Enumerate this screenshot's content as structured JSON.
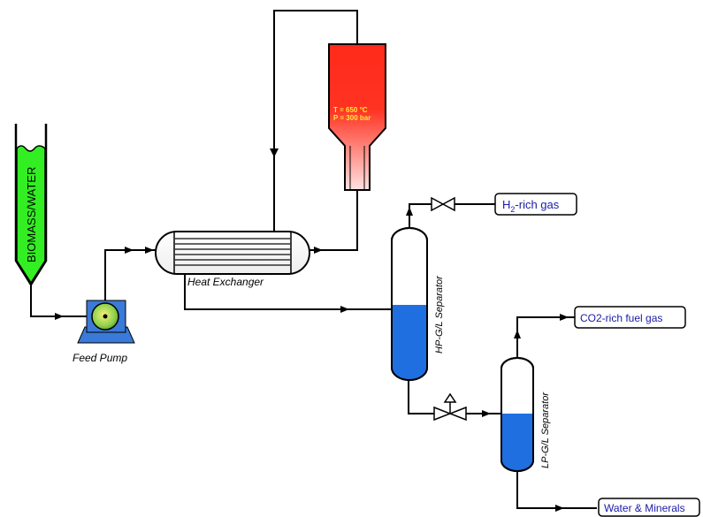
{
  "hopper": {
    "label": "BIOMASS/WATER"
  },
  "pump": {
    "label": "Feed Pump"
  },
  "heat_exchanger": {
    "label": "Heat Exchanger"
  },
  "reactor": {
    "temperature": "T = 650 °C",
    "pressure": "P = 300 bar"
  },
  "hp_separator": {
    "label": "HP-G/L Separator"
  },
  "lp_separator": {
    "label": "LP-G/L Separator"
  },
  "outputs": {
    "h2_main": "H",
    "h2_sub": "2",
    "h2_rest": "-rich gas",
    "co2": "CO2-rich fuel gas",
    "water": "Water & Minerals"
  },
  "colors": {
    "hopper_fill": "#33ee22",
    "reactor_top": "#ff0000",
    "reactor_bottom": "#ffe0e0",
    "liquid": "#1f6fe0",
    "pump_body": "#3a7ad8",
    "label_text": "#1a1aa8",
    "reactor_text": "#ffee33"
  }
}
